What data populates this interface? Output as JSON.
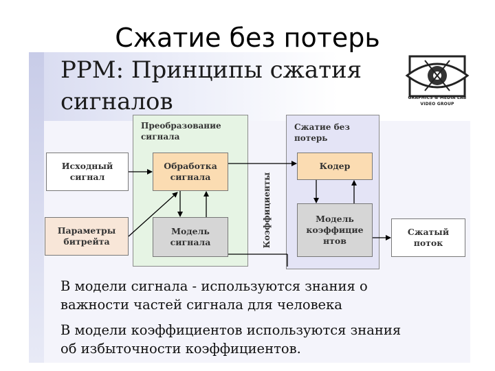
{
  "slide_title": "Сжатие без потерь",
  "heading": {
    "line1": "PPM: Принципы сжатия",
    "line2": "сигналов"
  },
  "logo": {
    "icon": "eye-emblem-icon",
    "line1": "GRAPHICS & MEDIA LAB",
    "line2": "VIDEO GROUP"
  },
  "diagram": {
    "group_transform": {
      "label_line1": "Преобразование",
      "label_line2": "сигнала"
    },
    "group_lossless": {
      "label_line1": "Сжатие без",
      "label_line2": "потерь"
    },
    "source_signal": {
      "line1": "Исходный",
      "line2": "сигнал"
    },
    "bitrate_params": {
      "line1": "Параметры",
      "line2": "битрейта"
    },
    "signal_processing": {
      "line1": "Обработка",
      "line2": "сигнала"
    },
    "signal_model": {
      "line1": "Модель",
      "line2": "сигнала"
    },
    "coefficients_label": "Коэффициенты",
    "coder": "Кодер",
    "coeff_model": {
      "line1": "Модель",
      "line2": "коэффицие",
      "line3": "нтов"
    },
    "compressed_stream": {
      "line1": "Сжатый",
      "line2": "поток"
    }
  },
  "body": {
    "line1": "В модели сигнала - используются знания о",
    "line2": "важности частей сигнала для человека",
    "line3": "В модели коэффициентов используются знания",
    "line4": "об избыточности коэффициентов."
  },
  "colors": {
    "transform_group": "#e6f4e4",
    "lossless_group": "#e4e4f6",
    "processing_box": "#fbdcb2",
    "coder_box": "#fbdcb2",
    "bitrate_box": "#f8e6d8",
    "model_box": "#d6d6d6",
    "plain_box": "#ffffff"
  }
}
